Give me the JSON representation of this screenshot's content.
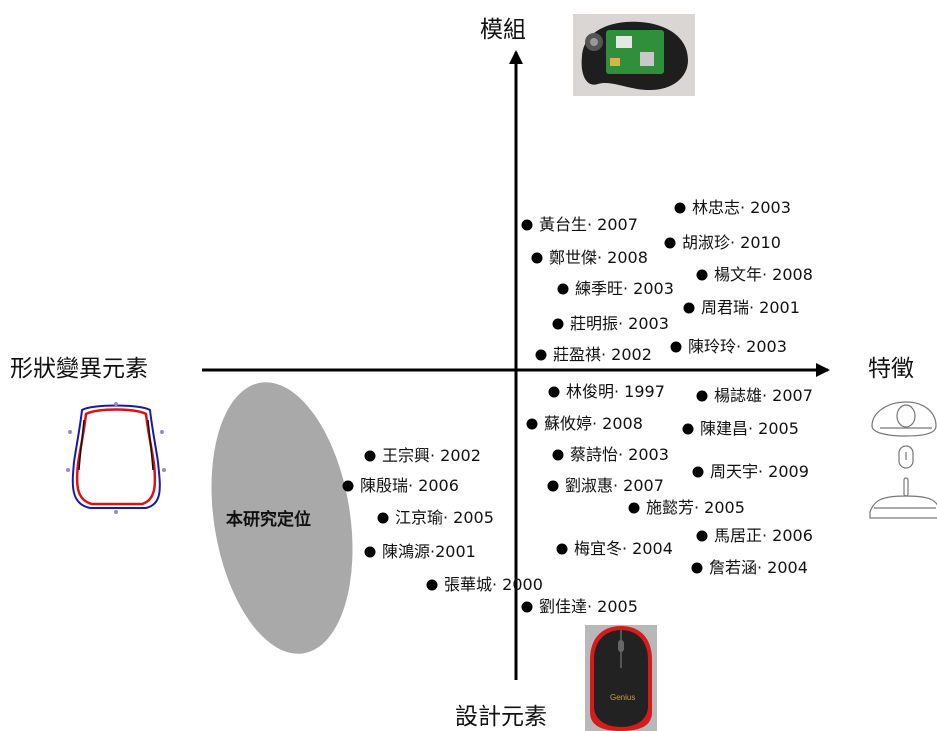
{
  "axes": {
    "top": "模組",
    "bottom": "設計元素",
    "left": "形狀變異元素",
    "right": "特徵"
  },
  "region": {
    "label": "本研究定位",
    "color": "#a9a9a9"
  },
  "points": [
    {
      "label": "林忠志· 2003"
    },
    {
      "label": "黃台生· 2007"
    },
    {
      "label": "胡淑珍· 2010"
    },
    {
      "label": "鄭世傑· 2008"
    },
    {
      "label": "楊文年· 2008"
    },
    {
      "label": "練季旺· 2003"
    },
    {
      "label": "周君瑞· 2001"
    },
    {
      "label": "莊明振· 2003"
    },
    {
      "label": "陳玲玲· 2003"
    },
    {
      "label": "莊盈祺· 2002"
    },
    {
      "label": "林俊明· 1997"
    },
    {
      "label": "楊誌雄· 2007"
    },
    {
      "label": "蘇攸婷· 2008"
    },
    {
      "label": "陳建昌· 2005"
    },
    {
      "label": "蔡詩怡· 2003"
    },
    {
      "label": "周天宇· 2009"
    },
    {
      "label": "劉淑惠· 2007"
    },
    {
      "label": "施懿芳· 2005"
    },
    {
      "label": "馬居正· 2006"
    },
    {
      "label": "梅宜冬· 2004"
    },
    {
      "label": "詹若涵· 2004"
    },
    {
      "label": "劉佳達· 2005"
    },
    {
      "label": "王宗興· 2002"
    },
    {
      "label": "陳殷瑞· 2006"
    },
    {
      "label": "江京瑜· 2005"
    },
    {
      "label": "陳鴻源·2001"
    },
    {
      "label": "張華城· 2000"
    }
  ],
  "icons": {
    "top": "circuit-board-mouse-photo-icon",
    "bottom": "black-red-mouse-photo-icon",
    "left": "mouse-outline-curves-icon",
    "right": "mouse-feature-sketches-icon"
  }
}
